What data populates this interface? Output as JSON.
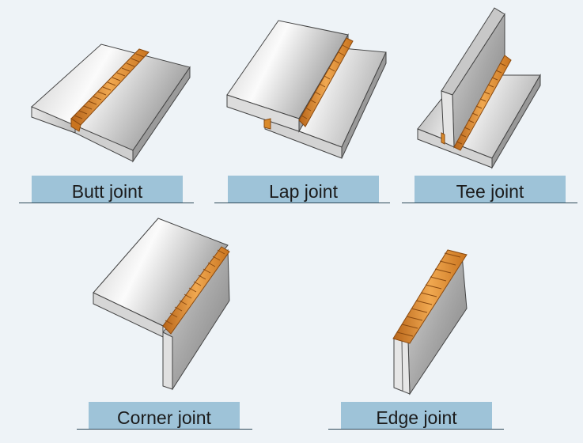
{
  "labels": {
    "butt": "Butt joint",
    "lap": "Lap joint",
    "tee": "Tee joint",
    "corner": "Corner joint",
    "edge": "Edge joint"
  },
  "colors": {
    "background": "#eef3f7",
    "label_fill": "#9ec3d8",
    "weld": "#d98a2b",
    "steel_light": "#f2f2f2",
    "steel_dark": "#8c8c8c"
  }
}
